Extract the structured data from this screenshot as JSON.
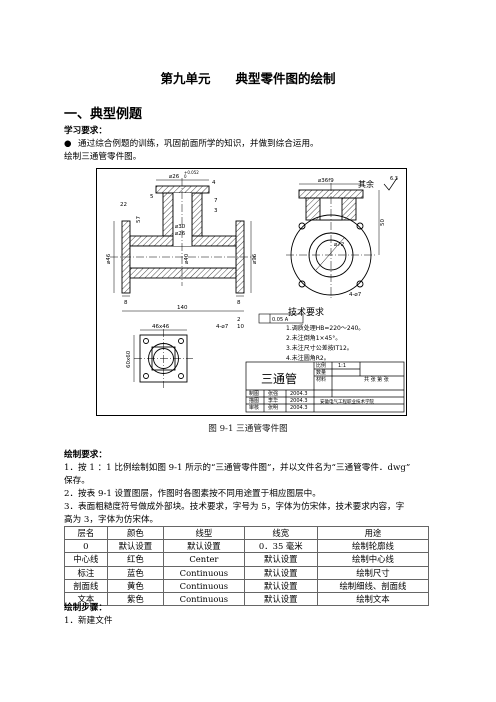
{
  "page_title": "第九单元　　典型零件图的绘制",
  "section1": "一、典型例题",
  "learning": {
    "heading": "学习要求：",
    "bullet": "●",
    "bullet_text": "通过综合例题的训练，巩固前面所学的知识，并做到综合运用。",
    "task": "绘制三通管零件图。"
  },
  "drawing": {
    "dims": {
      "d_top": "⌀26",
      "d_top_tol": "+0.052",
      "d_top_tol2": "0",
      "d_4": "4",
      "d_22": "22",
      "d_5": "5",
      "d_7": "7",
      "d_57": "57",
      "d_3": "3",
      "d_30": "⌀30",
      "d_26b": "⌀26",
      "d_46": "⌀46",
      "d_40": "⌀40",
      "d_96": "⌀96",
      "d_8a": "8",
      "d_8b": "8",
      "d_140": "140",
      "d_36f9": "⌀36f9",
      "d_50": "50",
      "d_72": "⌀72",
      "d_4phi7": "4-⌀7",
      "d_4phi7b": "4-⌀7",
      "d_46x46": "46x46",
      "d_60x60": "60x60",
      "tol_frame": "0.05 A",
      "d_2": "2",
      "d_10": "10"
    },
    "roughness": "其余",
    "roughness_val": "6.3",
    "tech_title": "技术要求",
    "tech_items": [
      "1.调质处理HB=220～240。",
      "2.未注倒角1×45°。",
      "3.未注尺寸公差按IT12。",
      "4.未注圆角R2。"
    ],
    "title_block": {
      "part_name": "三通管",
      "ratio_label": "比例",
      "ratio_value": "1:1",
      "qty_label": "数量",
      "material_label": "材料",
      "sheet_label": "共 张 第 张",
      "rows": [
        {
          "role": "制图",
          "name": "张强",
          "date": "2004.3"
        },
        {
          "role": "描图",
          "name": "李华",
          "date": "2004.3"
        },
        {
          "role": "审核",
          "name": "张明",
          "date": "2004.3"
        }
      ],
      "school": "安徽电气工程职业技术学院"
    }
  },
  "caption": "图 9-1  三通管零件图",
  "draw_req": {
    "heading": "绘制要求：",
    "item1_a": "1．按 1 ：1 比例绘制如图 9-1 所示的“三通管零件图”，并以文件名为“三通管零件．dwg”",
    "item1_b": "保存。",
    "item2": "2．按表 9-1 设置图层，作图时各图素按不同用途置于相应图层中。",
    "item3_a": "3．表面粗糙度符号做成外部块。技术要求，字号为 5，字体为仿宋体，技术要求内容，字",
    "item3_b": "高为 3，字体为仿宋体。"
  },
  "layer_table": {
    "headers": [
      "层名",
      "颜色",
      "线型",
      "线宽",
      "用途"
    ],
    "rows": [
      [
        "0",
        "默认设置",
        "默认设置",
        "0．35 毫米",
        "绘制轮廓线"
      ],
      [
        "中心线",
        "红色",
        "Center",
        "默认设置",
        "绘制中心线"
      ],
      [
        "标注",
        "蓝色",
        "Continuous",
        "默认设置",
        "绘制尺寸"
      ],
      [
        "剖面线",
        "黄色",
        "Continuous",
        "默认设置",
        "绘制细线、剖面线"
      ],
      [
        "文本",
        "紫色",
        "Continuous",
        "默认设置",
        "绘制文本"
      ]
    ]
  },
  "steps": {
    "heading": "绘制步骤：",
    "item1": "1．新建文件"
  }
}
